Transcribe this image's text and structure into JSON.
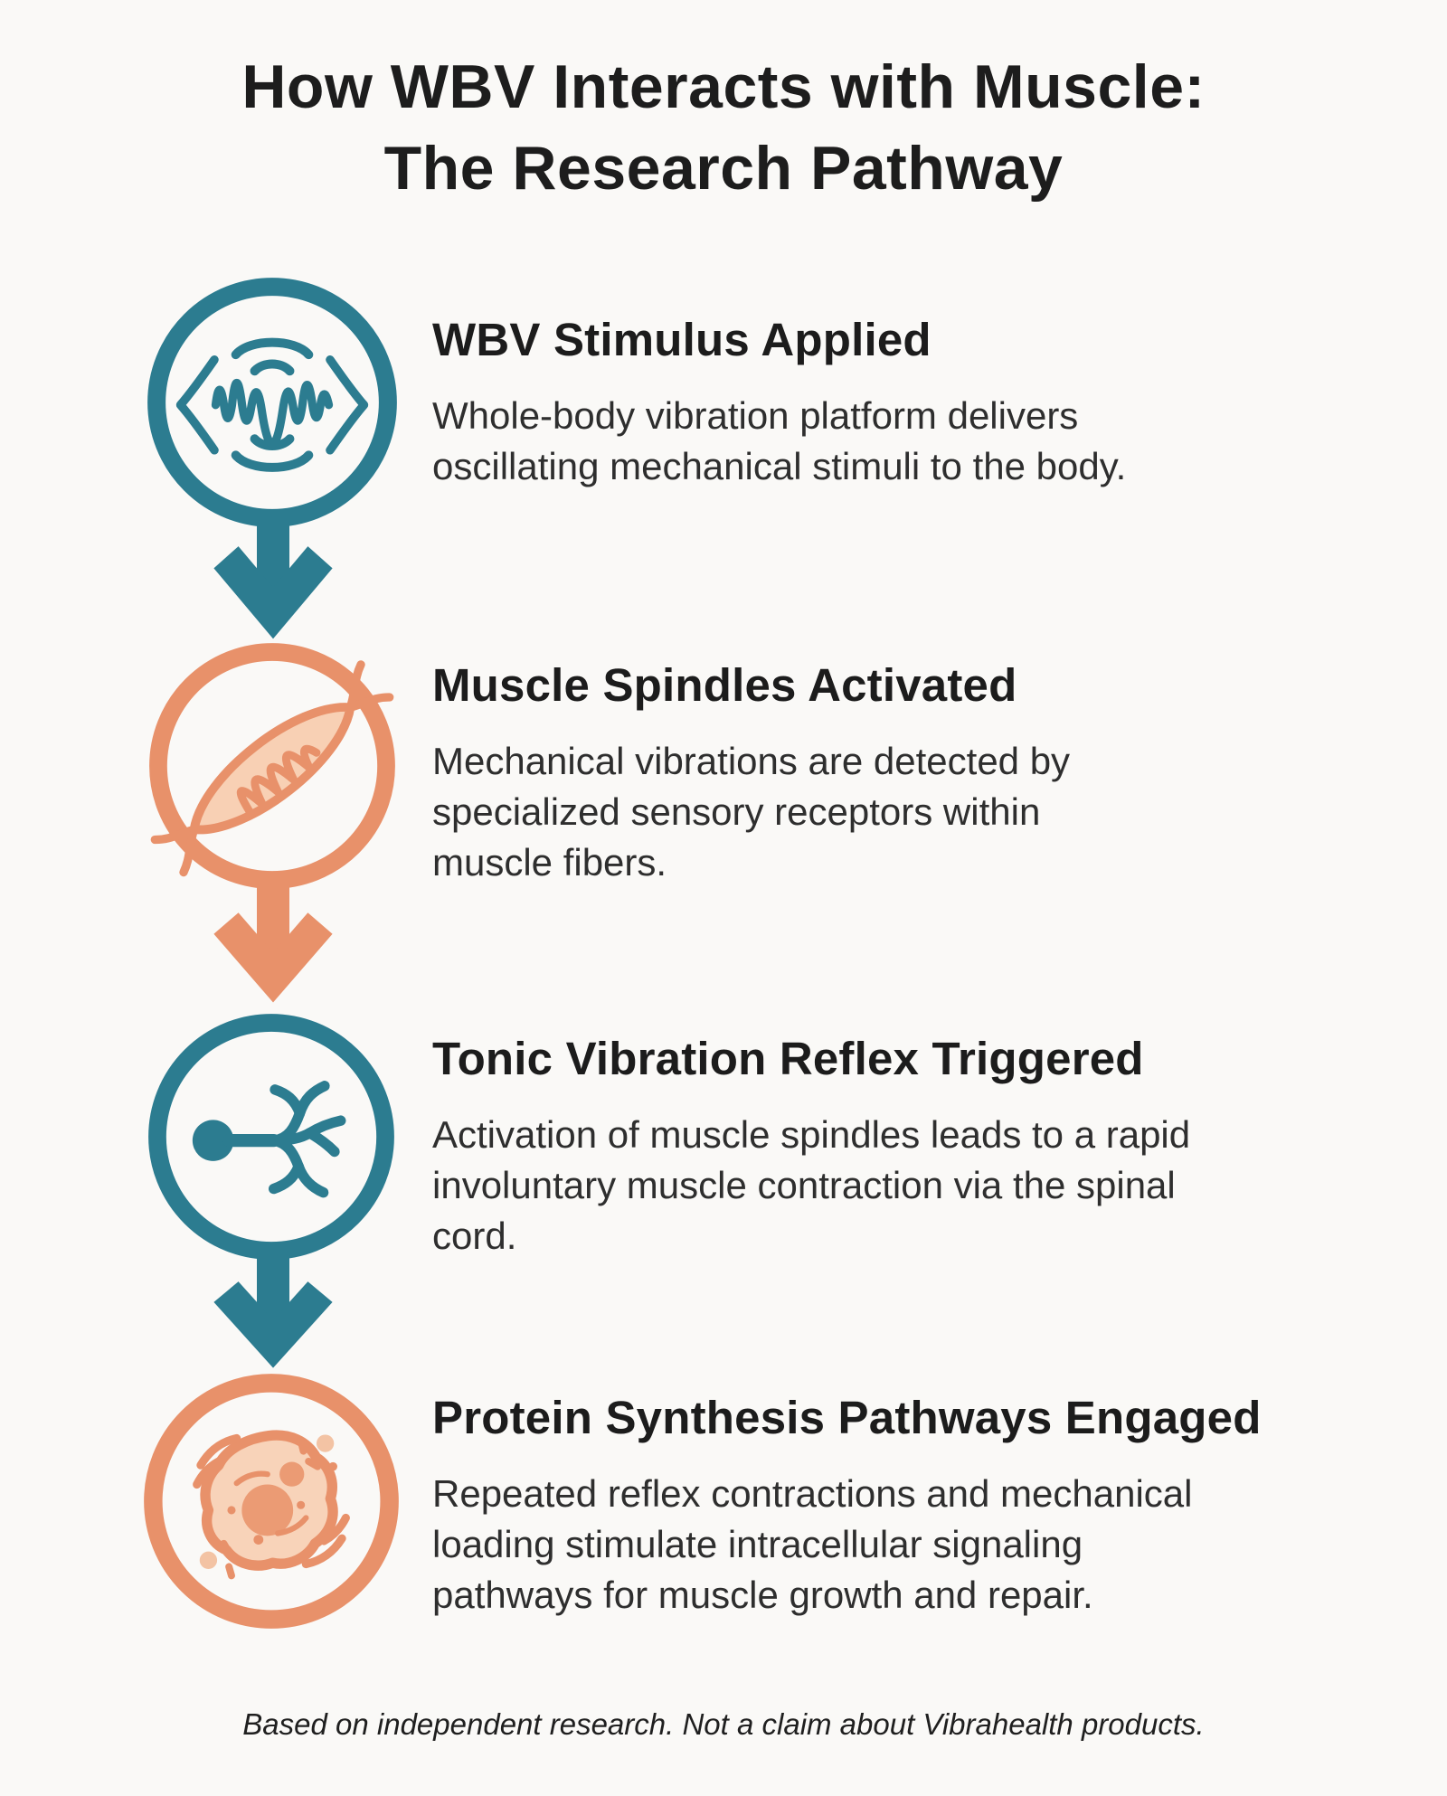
{
  "title": {
    "line1": "How WBV Interacts with Muscle:",
    "line2": "The Research Pathway"
  },
  "colors": {
    "teal": "#2C7C90",
    "orange": "#E8916A",
    "background": "#FAF9F7",
    "heading_text": "#1C1C1C",
    "body_text": "#2E2E2E"
  },
  "steps": [
    {
      "title": "WBV Stimulus Applied",
      "description": "Whole-body vibration platform delivers oscillating mechanical stimuli to the body.",
      "accent": "#2C7C90",
      "icon": "vibration-waveform-icon"
    },
    {
      "title": "Muscle Spindles Activated",
      "description": "Mechanical vibrations are detected by specialized sensory receptors within muscle fibers.",
      "accent": "#E8916A",
      "icon": "muscle-spindle-icon"
    },
    {
      "title": "Tonic Vibration Reflex Triggered",
      "description": "Activation of muscle spindles leads to a rapid involuntary muscle contraction via the spinal cord.",
      "accent": "#2C7C90",
      "icon": "neuron-icon"
    },
    {
      "title": "Protein Synthesis Pathways Engaged",
      "description": "Repeated reflex contractions and mechanical loading stimulate intracellular signaling pathways for muscle growth and repair.",
      "accent": "#E8916A",
      "icon": "cell-icon"
    }
  ],
  "footer": {
    "disclaimer": "Based on independent research. Not a claim about Vibrahealth products."
  }
}
